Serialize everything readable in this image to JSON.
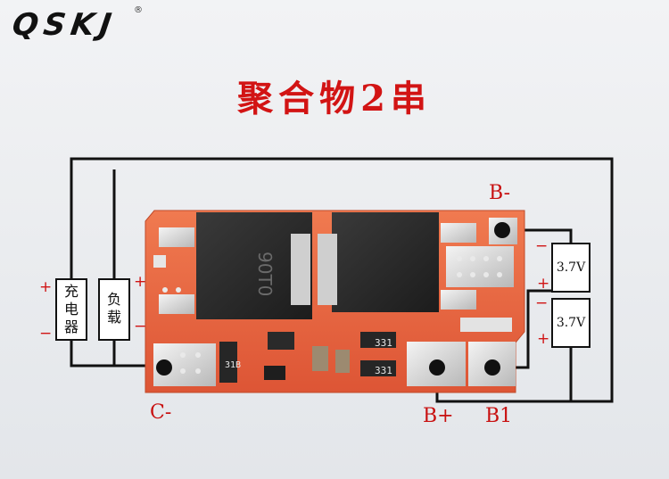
{
  "logo": {
    "text": "QSKJ",
    "mark": "®"
  },
  "title": "聚合物2串",
  "labels": {
    "b_minus": "B-",
    "c_minus": "C-",
    "b_plus": "B+",
    "b1": "B1"
  },
  "left_boxes": {
    "charger": "充\n电\n器",
    "load": "负\n载"
  },
  "signs": {
    "plus": "+",
    "minus": "−"
  },
  "cells": [
    {
      "label": "3.7V"
    },
    {
      "label": "3.7V"
    }
  ],
  "board_marks": {
    "chip_left": "90T0",
    "res1": "331",
    "res2": "331",
    "res3": "31B"
  },
  "colors": {
    "title": "#d21414",
    "pcb": "#e8653f",
    "wire": "#111111"
  }
}
